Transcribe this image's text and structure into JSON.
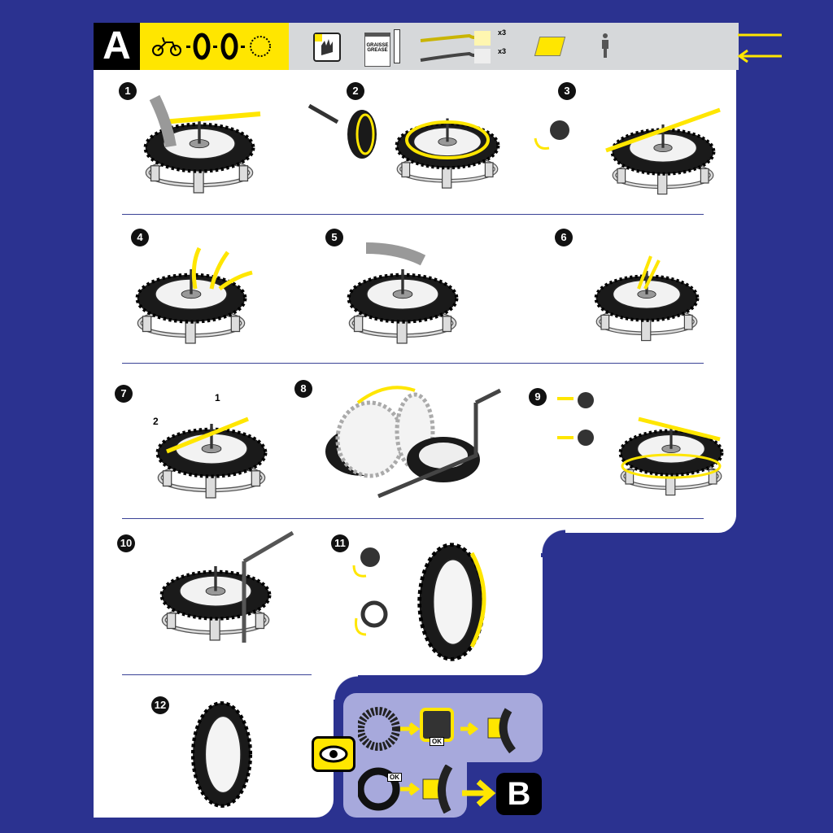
{
  "header": {
    "section_label": "A",
    "grease_label_fr": "GRAISSE",
    "grease_label_en": "GREASE",
    "lever_count_moto": "x3",
    "lever_count_car": "x3",
    "icons": [
      "motorbike-icon",
      "tire-icon",
      "tire-icon",
      "tube-icon",
      "gloves-warning-icon",
      "grease-pot-icon",
      "brush-icon",
      "tire-lever-icon",
      "rim-protector-icon",
      "rags-icon",
      "person-icon"
    ]
  },
  "steps": [
    {
      "number": "1"
    },
    {
      "number": "2"
    },
    {
      "number": "3"
    },
    {
      "number": "4"
    },
    {
      "number": "5"
    },
    {
      "number": "6"
    },
    {
      "number": "7",
      "sub_labels": [
        "1",
        "2"
      ]
    },
    {
      "number": "8"
    },
    {
      "number": "9"
    },
    {
      "number": "10"
    },
    {
      "number": "11"
    },
    {
      "number": "12"
    }
  ],
  "inspection": {
    "ok_label_1": "OK",
    "ok_label_2": "OK",
    "next_section_label": "B"
  },
  "colors": {
    "background": "#2b3290",
    "accent": "#ffe600",
    "panel": "#ffffff",
    "header": "#d6d8da"
  }
}
